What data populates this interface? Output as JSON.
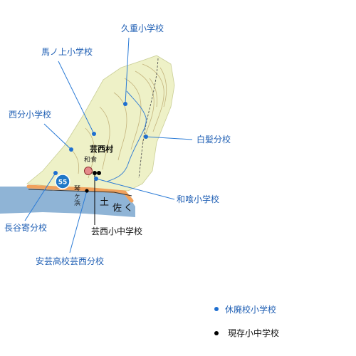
{
  "colors": {
    "closed_school": "#1f6fd0",
    "current_school": "#000000",
    "leader_blue": "#2b7bd6",
    "leader_black": "#000000",
    "land": "#eef1c7",
    "sea": "#8fb4d6",
    "road": "#f0a15c",
    "route_shield": "#1f78c8",
    "village_center": "#e58a8a"
  },
  "labels": {
    "kuju": "久重小学校",
    "umanokami": "馬ノ上小学校",
    "nishibun": "西分小学校",
    "shiraga": "白髪分校",
    "washoku": "和喰小学校",
    "geisei_school": "芸西小中学校",
    "hasekiyo": "長谷寄分校",
    "aki_high": "安芸高校芸西分校",
    "village": "芸西村",
    "washoku_place": "和食",
    "route": "55",
    "coast_tosa_1": "土",
    "coast_tosa_2": "佐",
    "coast_tosa_3": "く",
    "coast_kotogahama_1": "琴",
    "coast_kotogahama_2": "ヶ",
    "coast_kotogahama_3": "浜"
  },
  "legend": {
    "closed": {
      "icon": "blue-dot-icon",
      "label": "休廃校小学校"
    },
    "current": {
      "icon": "black-dot-icon",
      "label": "現存小中学校"
    }
  }
}
